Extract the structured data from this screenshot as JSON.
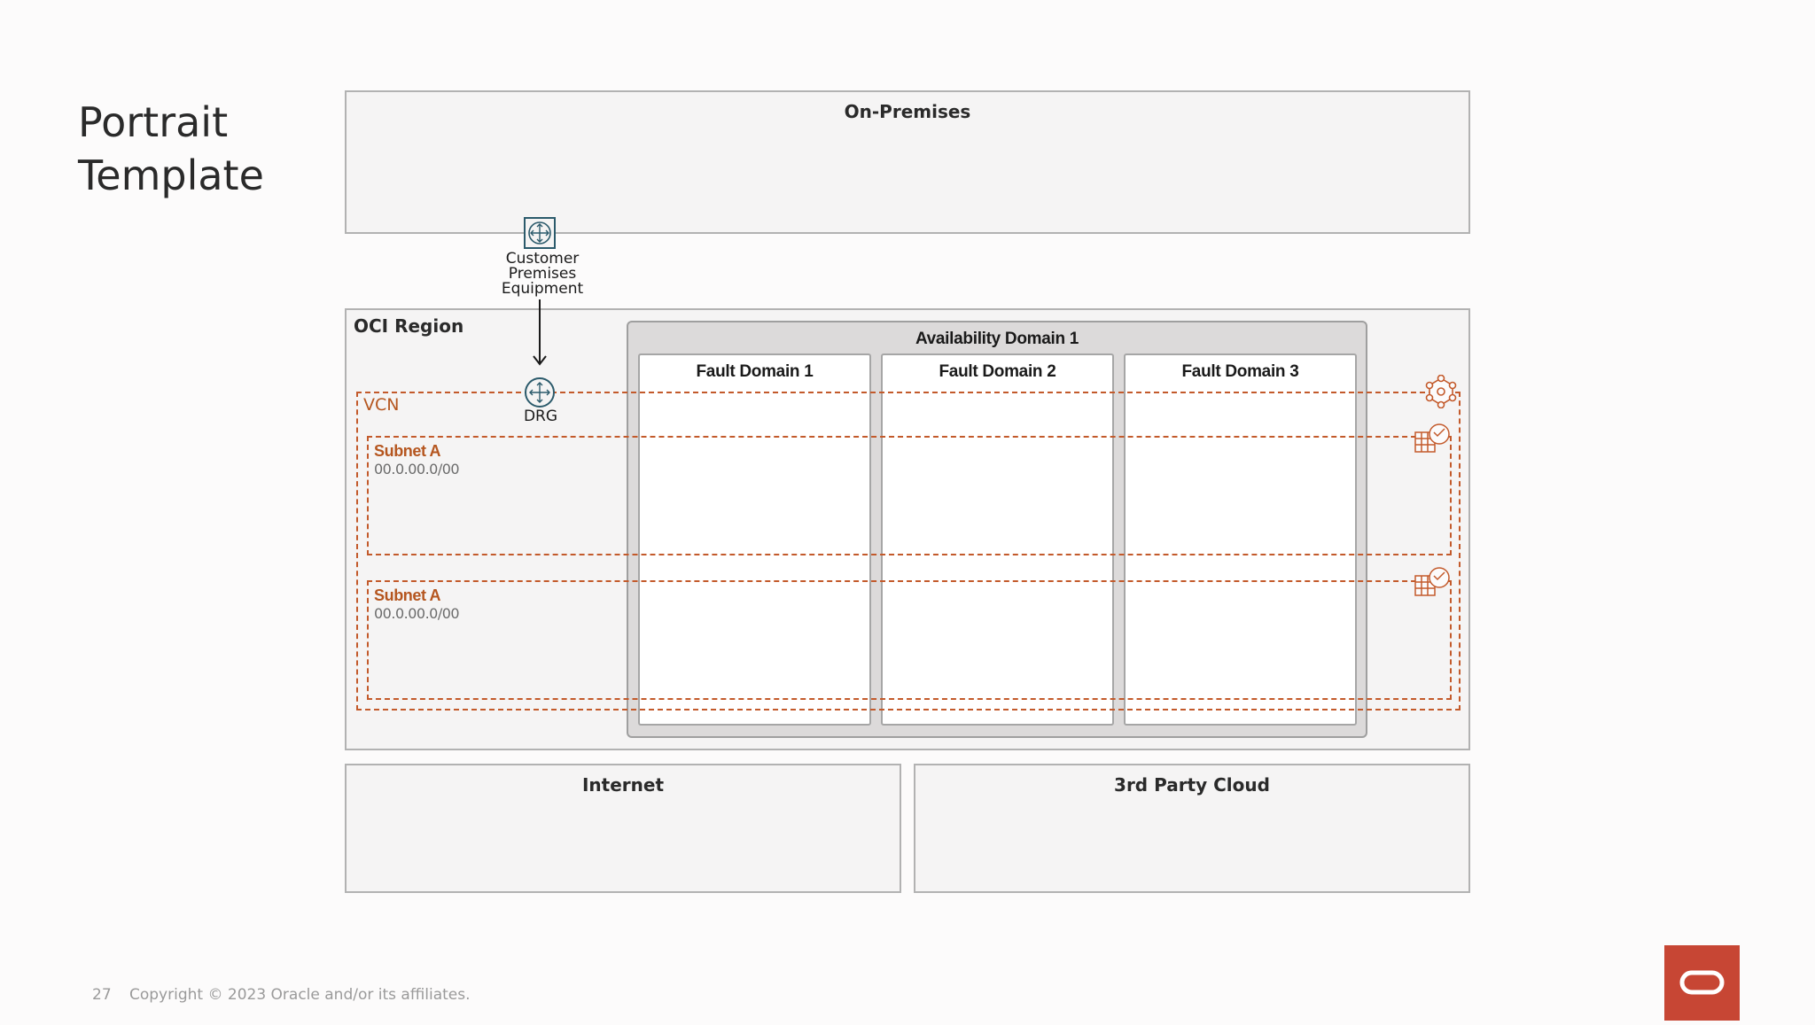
{
  "slide": {
    "title": "Portrait Template",
    "page_number": "27",
    "copyright": "Copyright © 2023 Oracle and/or its affiliates."
  },
  "diagram": {
    "on_premises": "On-Premises",
    "cpe": {
      "label": "Customer Premises Equipment",
      "icon": "router-icon"
    },
    "region": "OCI Region",
    "drg": {
      "label": "DRG",
      "icon": "router-icon"
    },
    "vcn": "VCN",
    "availability_domain": "Availability Domain 1",
    "fault_domains": [
      "Fault Domain 1",
      "Fault Domain 2",
      "Fault Domain 3"
    ],
    "subnets": [
      {
        "name": "Subnet A",
        "cidr": "00.0.00.0/00"
      },
      {
        "name": "Subnet A",
        "cidr": "00.0.00.0/00"
      }
    ],
    "internet": "Internet",
    "third_party_cloud": "3rd Party Cloud"
  },
  "colors": {
    "accent_orange": "#c35a2b",
    "oracle_red": "#c74634",
    "box_border": "#b2b2b2",
    "icon_stroke": "#2b5a6b"
  }
}
